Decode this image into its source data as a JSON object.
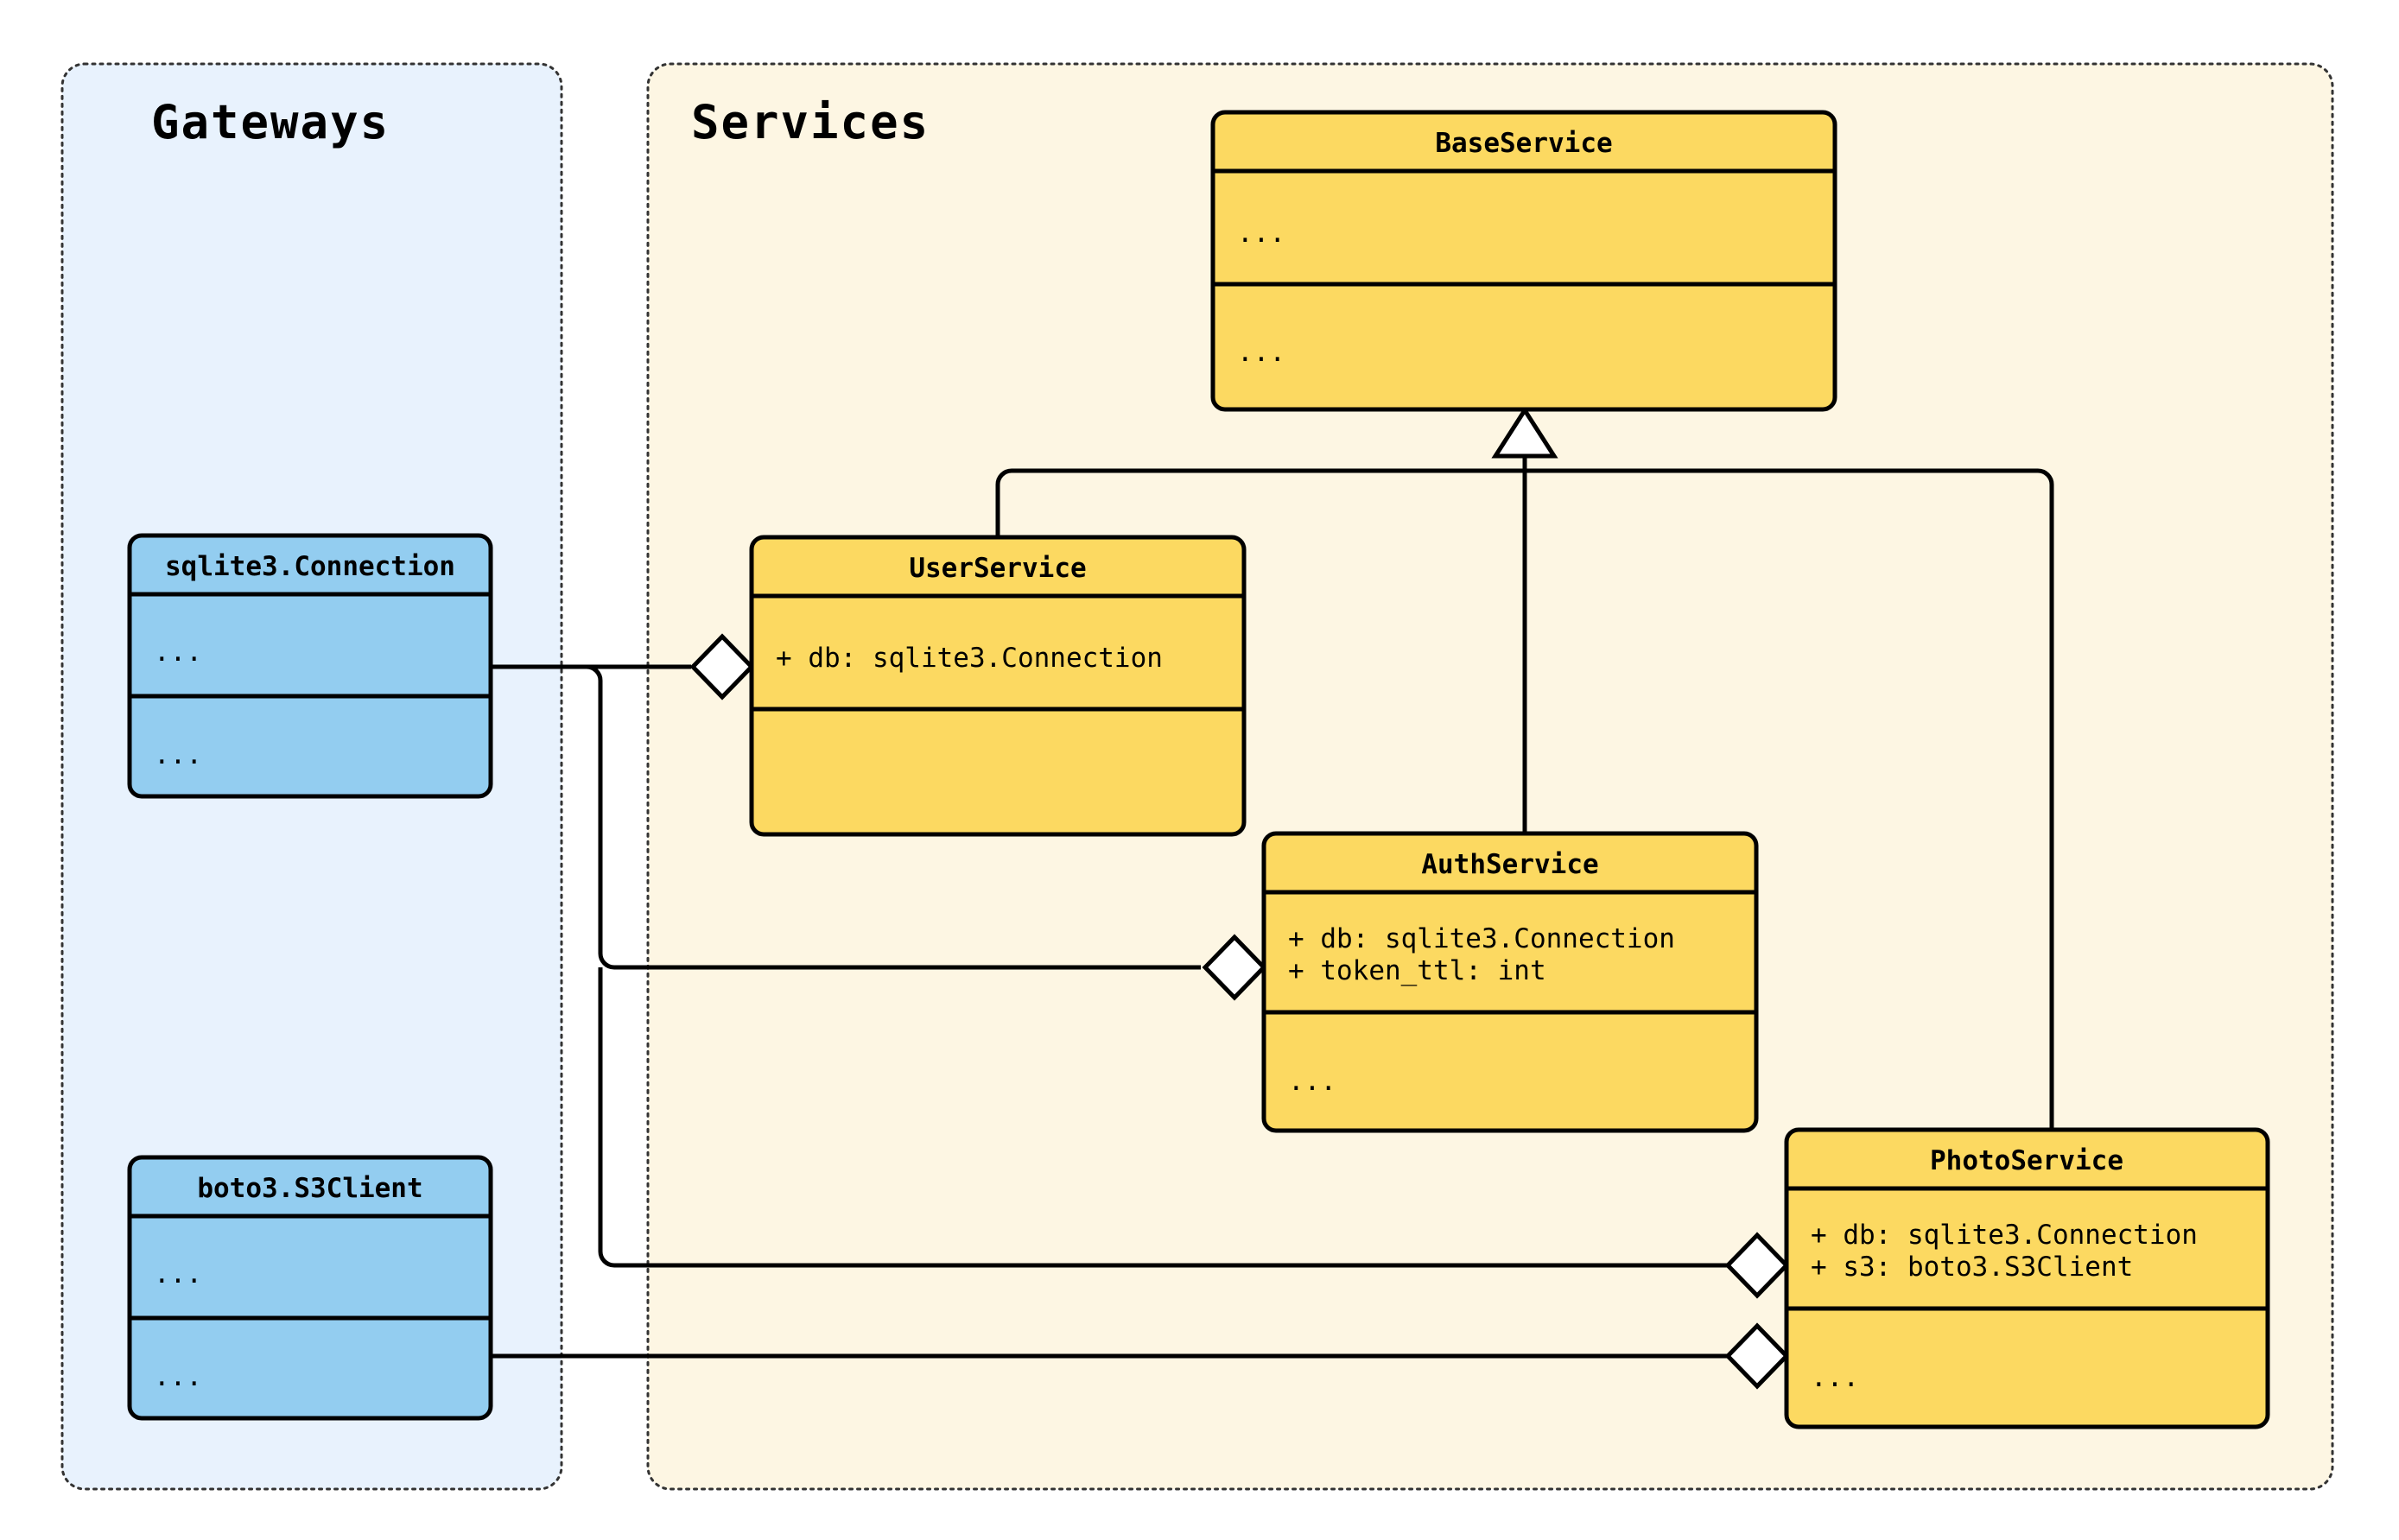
{
  "diagram": {
    "type": "uml-class-diagram",
    "packages": [
      {
        "id": "gateways",
        "title": "Gateways",
        "fill": "#e8f2fd",
        "border": "#333333"
      },
      {
        "id": "services",
        "title": "Services",
        "fill": "#fdf6e3",
        "border": "#333333"
      }
    ],
    "classes": [
      {
        "id": "sqlite3-connection",
        "name": "sqlite3.Connection",
        "package": "gateways",
        "fill": "#93cdf0",
        "attributes": [
          "..."
        ],
        "methods": [
          "..."
        ]
      },
      {
        "id": "boto3-s3client",
        "name": "boto3.S3Client",
        "package": "gateways",
        "fill": "#93cdf0",
        "attributes": [
          "..."
        ],
        "methods": [
          "..."
        ]
      },
      {
        "id": "baseservice",
        "name": "BaseService",
        "package": "services",
        "fill": "#fcd961",
        "attributes": [
          "..."
        ],
        "methods": [
          "..."
        ]
      },
      {
        "id": "userservice",
        "name": "UserService",
        "package": "services",
        "fill": "#fcd961",
        "attributes": [
          "+ db: sqlite3.Connection"
        ],
        "methods": []
      },
      {
        "id": "authservice",
        "name": "AuthService",
        "package": "services",
        "fill": "#fcd961",
        "attributes": [
          "+ db: sqlite3.Connection",
          "+ token_ttl: int"
        ],
        "methods": [
          "..."
        ]
      },
      {
        "id": "photoservice",
        "name": "PhotoService",
        "package": "services",
        "fill": "#fcd961",
        "attributes": [
          "+ db: sqlite3.Connection",
          "+ s3: boto3.S3Client"
        ],
        "methods": [
          "..."
        ]
      }
    ],
    "relations": [
      {
        "id": "inherit-userservice",
        "kind": "inheritance",
        "from": "userservice",
        "to": "baseservice",
        "marker": "hollow-triangle"
      },
      {
        "id": "inherit-authservice",
        "kind": "inheritance",
        "from": "authservice",
        "to": "baseservice",
        "marker": "hollow-triangle"
      },
      {
        "id": "inherit-photoservice",
        "kind": "inheritance",
        "from": "photoservice",
        "to": "baseservice",
        "marker": "hollow-triangle"
      },
      {
        "id": "agg-user-db",
        "kind": "aggregation",
        "from": "sqlite3-connection",
        "to": "userservice",
        "marker": "hollow-diamond"
      },
      {
        "id": "agg-auth-db",
        "kind": "aggregation",
        "from": "sqlite3-connection",
        "to": "authservice",
        "marker": "hollow-diamond"
      },
      {
        "id": "agg-photo-db",
        "kind": "aggregation",
        "from": "sqlite3-connection",
        "to": "photoservice",
        "marker": "hollow-diamond"
      },
      {
        "id": "agg-photo-s3",
        "kind": "aggregation",
        "from": "boto3-s3client",
        "to": "photoservice",
        "marker": "hollow-diamond"
      }
    ]
  }
}
